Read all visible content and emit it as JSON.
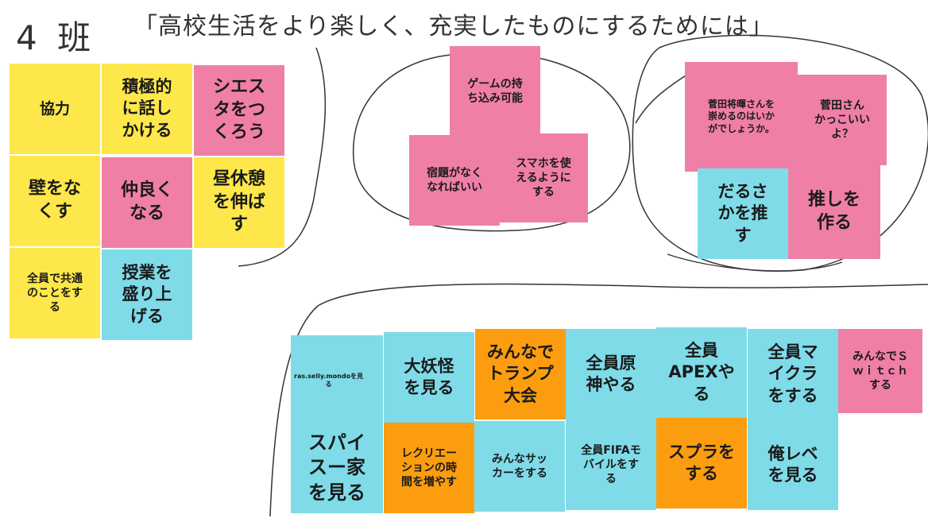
{
  "header": {
    "group_label": "4 班",
    "title": "「高校生活をより楽しく、充実したものにするためには」"
  },
  "colors": {
    "yellow": "#fde74a",
    "pink": "#f07fa8",
    "cyan": "#7fdbe8",
    "orange": "#fb9d0e"
  },
  "notes": {
    "kyouryoku": "協力",
    "sekkyokuteki": "積極的\nに話し\nかける",
    "siesta": "シエス\nタをつ\nくろう",
    "kabe": "壁をな\nくす",
    "nakayoku": "仲良く\nなる",
    "hiruyasumi": "昼休憩\nを伸ば\nす",
    "kyoutsuu": "全員で共通\nのことをす\nる",
    "jugyou": "授業を\n盛り上\nげる",
    "game": "ゲームの持\nち込み可能",
    "shukudai": "宿題がなく\nなればいい",
    "sumaho": "スマホを使\nえるように\nする",
    "suda_agame": "菅田将暉さんを\n崇めるのはいか\nがでしょうか。",
    "suda_kakkoii": "菅田さん\nかっこいい\nよ？",
    "darusaka": "だるさ\nかを推\nす",
    "oshi": "推しを\n作る",
    "ras": "ras.selly.mondoを見\nる",
    "daiyoukai": "大妖怪\nを見る",
    "trump": "みんなで\nトランプ\n大会",
    "genshin": "全員原\n神やる",
    "apex": "全員\nAPEXや\nる",
    "maikura": "全員マ\nイクラ\nをする",
    "switch": "みんなでＳ\nｗｉｔｃｈ\nする",
    "spyfamily": "スパイ\nスー家\nを見る",
    "recreation": "レクリエー\nションの時\n間を増やす",
    "soccer": "みんなサッ\nカーをする",
    "fifa": "全員FIFAモ\nバイルをす\nる",
    "splatoon": "スプラを\nする",
    "orereve": "俺レベ\nを見る"
  }
}
